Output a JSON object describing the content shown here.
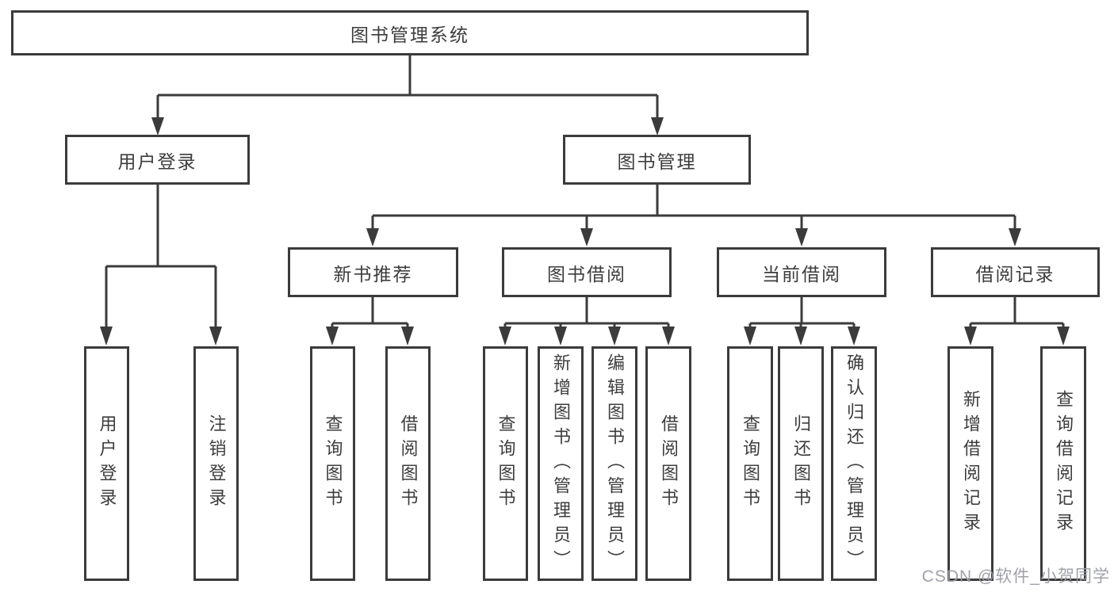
{
  "diagram": {
    "title_node": "图书管理系统",
    "level2": {
      "user_login": "用户登录",
      "book_management": "图书管理"
    },
    "level3": {
      "new_book_recommend": "新书推荐",
      "book_borrowing": "图书借阅",
      "current_borrowing": "当前借阅",
      "borrowing_records": "借阅记录"
    },
    "leaves": {
      "user_login": "用户登录",
      "logout": "注销登录",
      "query_books_1": "查询图书",
      "borrow_books_1": "借阅图书",
      "query_books_2": "查询图书",
      "add_books_admin": "新增图书（管理员）",
      "edit_books_admin": "编辑图书（管理员）",
      "borrow_books_2": "借阅图书",
      "query_books_3": "查询图书",
      "return_books": "归还图书",
      "confirm_return_admin": "确认归还（管理员）",
      "add_borrow_record": "新增借阅记录",
      "query_borrow_record": "查询借阅记录"
    },
    "colors": {
      "line": "#3b3b3b",
      "box_border": "#3b3b3b",
      "text": "#3d3d3d",
      "background": "#ffffff",
      "watermark": "#9b9ca5"
    }
  },
  "watermark": {
    "text": "CSDN @软件_小贺同学"
  }
}
